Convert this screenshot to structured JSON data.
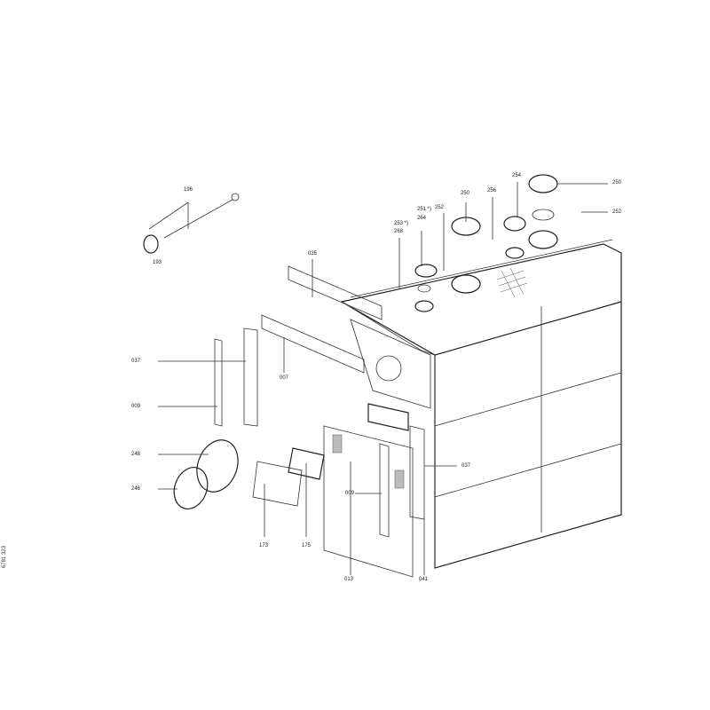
{
  "document_id": "6781 323",
  "labels": {
    "l196": "196",
    "l193": "193",
    "l035": "035",
    "l037a": "037",
    "l007": "007",
    "l009a": "009",
    "l248": "248",
    "l246": "246",
    "l173": "173",
    "l175": "175",
    "l013": "013",
    "l009b": "009",
    "l041": "041",
    "l037b": "037",
    "l250a": "250",
    "l251": "251 *)",
    "l252a": "252",
    "l253": "253 *)",
    "l264": "264",
    "l268": "268",
    "l254": "254",
    "l256": "256",
    "l250b": "250",
    "l252b": "252"
  }
}
